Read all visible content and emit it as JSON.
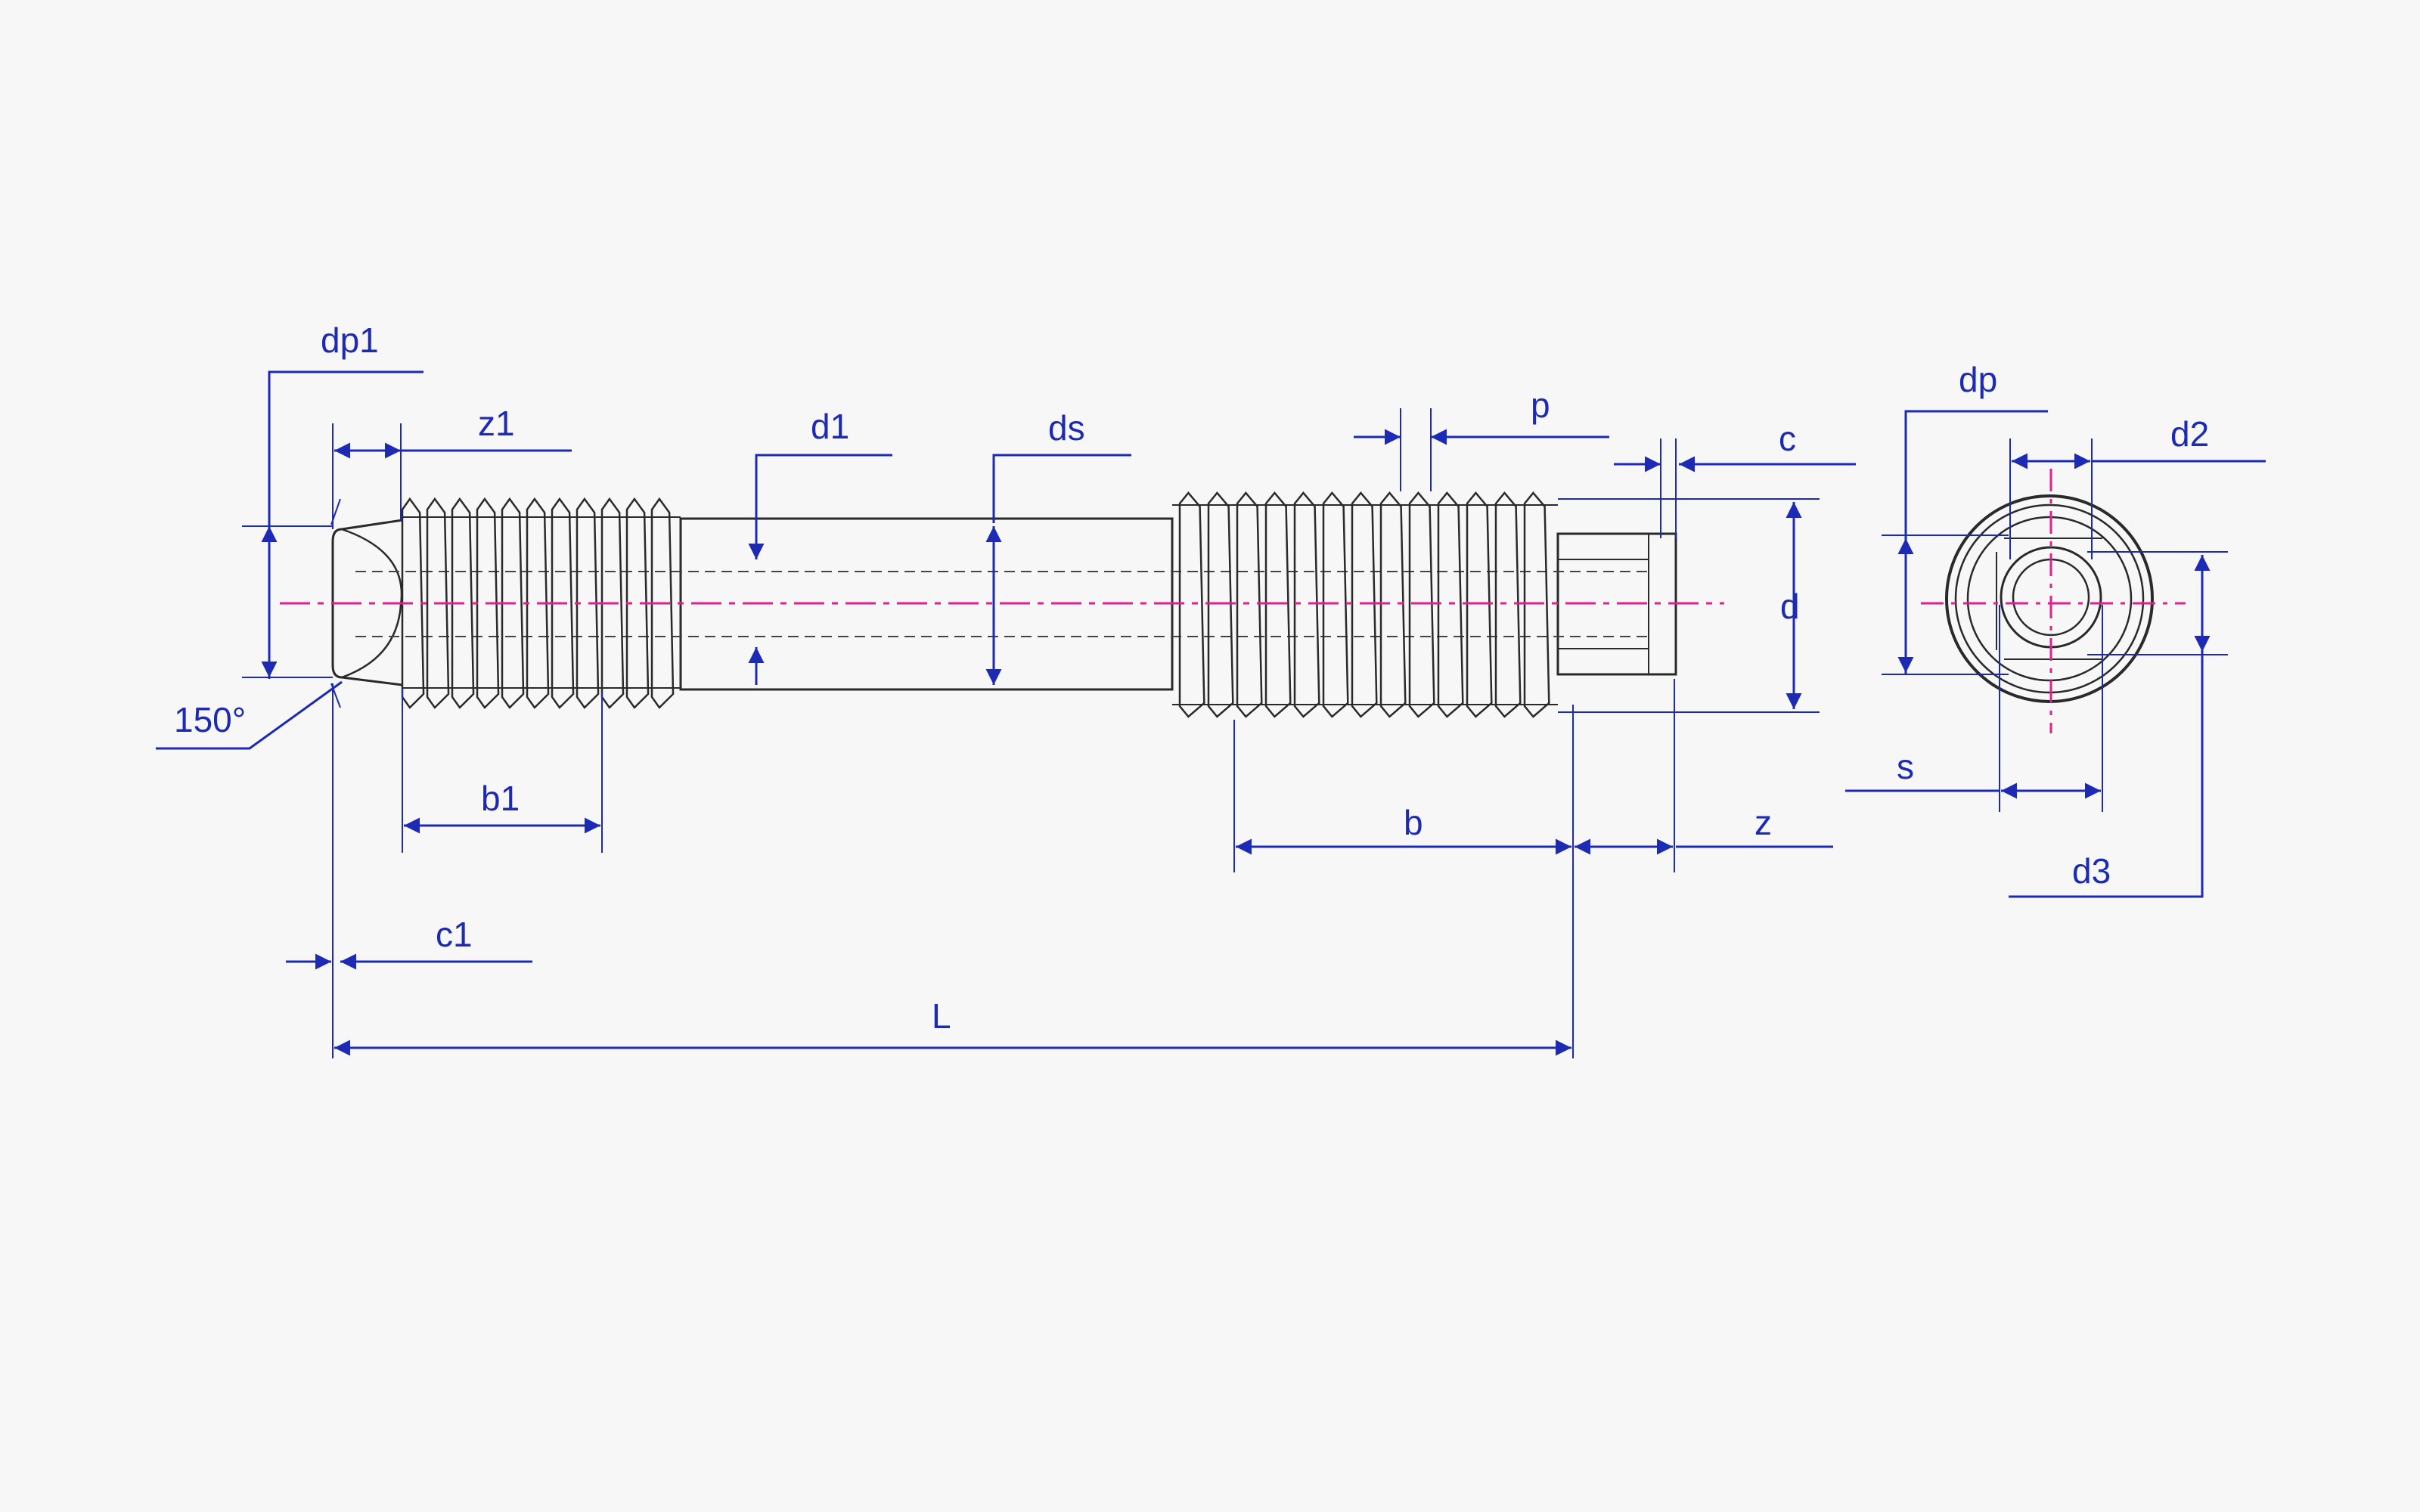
{
  "colors": {
    "background": "#f7f7f8",
    "dimension": "#1c2ab4",
    "outline": "#2a2a2a",
    "centerline": "#e0208c"
  },
  "labels": {
    "dp1": "dp1",
    "z1": "z1",
    "d1": "d1",
    "ds": "ds",
    "p": "p",
    "c": "c",
    "d": "d",
    "angle": "150°",
    "b1": "b1",
    "b": "b",
    "z": "z",
    "c1": "c1",
    "L": "L",
    "dp": "dp",
    "d2": "d2",
    "s": "s",
    "d3": "d3"
  }
}
